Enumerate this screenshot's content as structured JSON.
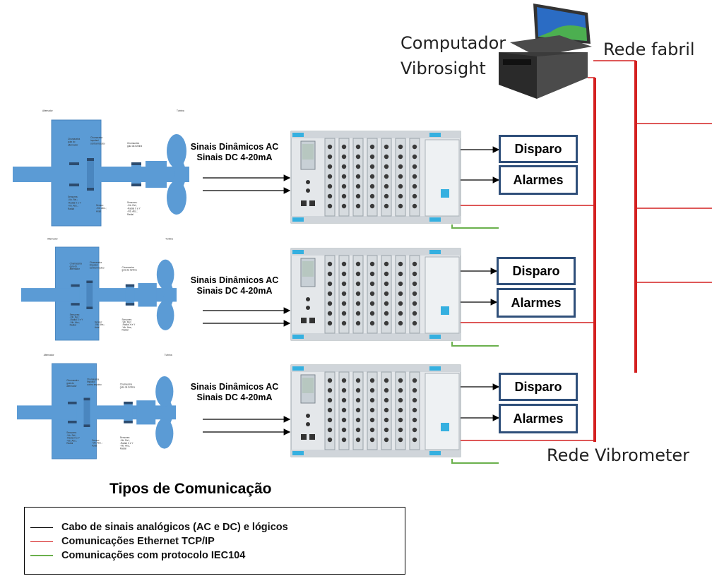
{
  "computer": {
    "line1": "Computador",
    "line2": "Vibrosight"
  },
  "networks": {
    "factory": "Rede fabril",
    "vibrometer": "Rede Vibrometer"
  },
  "signals": {
    "line1": "Sinais Dinâmicos AC",
    "line2": "Sinais DC 4-20mA"
  },
  "outputs": {
    "trip": "Disparo",
    "alarm": "Alarmes"
  },
  "machine_labels": {
    "alternator": "Alternador",
    "turbine": "Turbina",
    "bearing_alt": [
      "Chumaceira",
      "guia do",
      "alternador"
    ],
    "bearing_thrust": [
      "Chumaceira",
      "impulso/",
      "contra impulso"
    ],
    "bearing_turb": [
      "Chumaceira",
      "guia da turbina"
    ],
    "sensors_a": [
      "Sensores:",
      "-Vib. Rel.;",
      "-Radial X e Y",
      "-Vib. Abs.;",
      "Radial"
    ],
    "sensor_b": [
      "Sensor:",
      "-Vib. Abs.;",
      "Axial"
    ]
  },
  "legend": {
    "title": "Tipos de Comunicação",
    "items": [
      {
        "label": "Cabo de sinais analógicos (AC e DC) e lógicos",
        "color": "#000000"
      },
      {
        "label": "Comunicações Ethernet TCP/IP",
        "color": "#d42020"
      },
      {
        "label": "Comunicações com protocolo IEC104",
        "color": "#6ab04c"
      }
    ]
  },
  "colors": {
    "machine": "#5b9bd5",
    "ethernet": "#d42020",
    "iec104": "#6ab04c",
    "box_border": "#2f4f7a",
    "rack": "#dfe3e6",
    "rack_accent": "#35b0e0"
  }
}
